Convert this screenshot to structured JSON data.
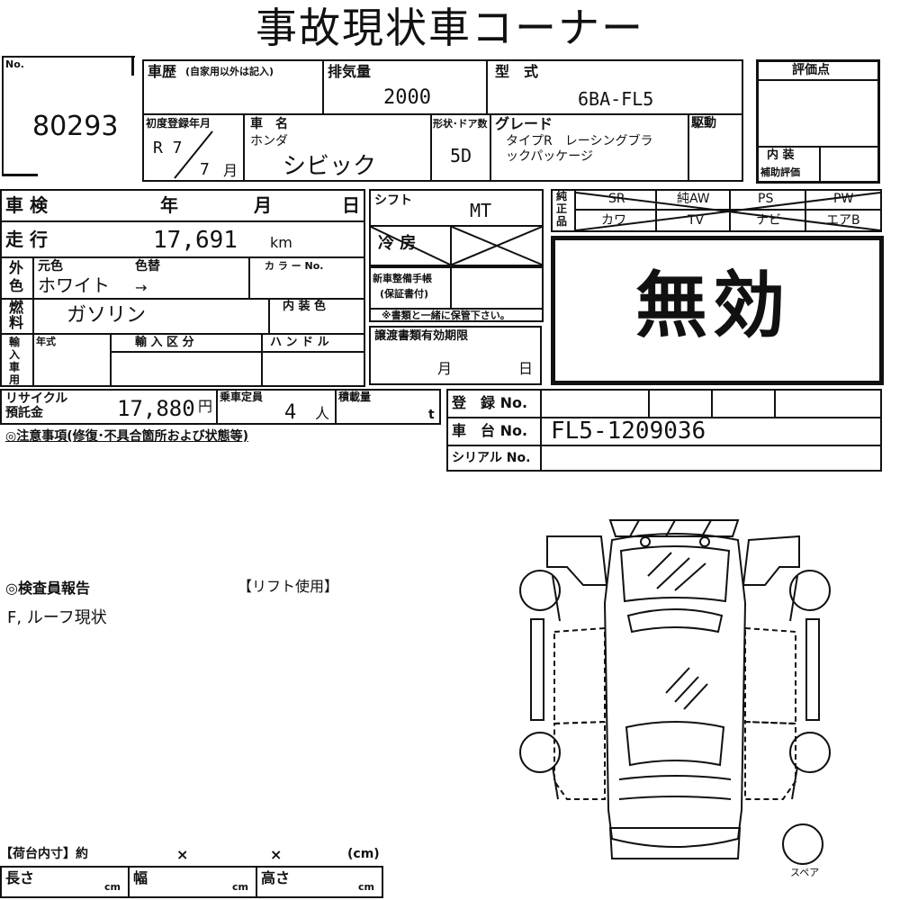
{
  "header": {
    "title": "事故現状車コーナー"
  },
  "lot": {
    "no_label": "No.",
    "number": "80293"
  },
  "history": {
    "label": "車歴",
    "note": "(自家用以外は記入)"
  },
  "displacement": {
    "label": "排気量",
    "value": "2000"
  },
  "model": {
    "label": "型　式",
    "value": "6BA-FL5"
  },
  "evaluation": {
    "label": "評価点",
    "interior_label": "内 装",
    "aux_label": "補助評価"
  },
  "first_reg": {
    "label": "初度登録年月",
    "era_year": "R 7",
    "month": "7",
    "month_unit": "月"
  },
  "car_name": {
    "label": "車　名",
    "maker": "ホンダ",
    "name": "シビック"
  },
  "body": {
    "label": "形状･ドア数",
    "value": "5D"
  },
  "grade": {
    "label": "グレード",
    "line1": "タイプR　レーシングブラ",
    "line2": "ックパッケージ"
  },
  "drive": {
    "label": "駆動"
  },
  "inspection": {
    "label": "車 検",
    "year": "年",
    "month": "月",
    "day": "日"
  },
  "mileage": {
    "label": "走 行",
    "value": "17,691",
    "unit": "km"
  },
  "color": {
    "outer_label_1": "外",
    "outer_label_2": "色",
    "original_label": "元色",
    "changed_label": "色替",
    "original": "ホワイト",
    "arrow": "→",
    "code_label": "カ ラ ー No."
  },
  "fuel": {
    "label_1": "燃",
    "label_2": "料",
    "value": "ガソリン",
    "interior_color_label": "内 装 色"
  },
  "import": {
    "label_1": "輸",
    "label_2": "入",
    "label_3": "車",
    "label_4": "用",
    "year_label": "年式",
    "class_label": "輸 入 区 分",
    "handle_label": "ハ ン ド ル"
  },
  "shift": {
    "label": "シフト",
    "value": "MT"
  },
  "ac": {
    "label": "冷 房"
  },
  "manual": {
    "line1": "新車整備手帳",
    "line2": "(保証書付)",
    "note": "※書類と一緒に保管下さい。"
  },
  "transfer": {
    "label": "譲渡書類有効期限",
    "month": "月",
    "day": "日"
  },
  "equipment": {
    "label_1": "純",
    "label_2": "正",
    "label_3": "品",
    "row1": [
      "SR",
      "純AW",
      "PS",
      "PW"
    ],
    "row2": [
      "カワ",
      "TV",
      "ナビ",
      "エアB"
    ]
  },
  "stamp": {
    "text": "無効"
  },
  "recycle": {
    "line1": "リサイクル",
    "line2": "預託金",
    "value": "17,880",
    "unit": "円"
  },
  "capacity": {
    "label": "乗車定員",
    "value": "4",
    "unit": "人"
  },
  "load": {
    "label": "積載量",
    "unit": "t"
  },
  "registration": {
    "label": "登　録 No."
  },
  "chassis": {
    "label": "車　台 No.",
    "value": "FL5-1209036"
  },
  "serial": {
    "label": "シリアル No."
  },
  "notes": {
    "label": "◎注意事項(修復･不具合箇所および状態等)"
  },
  "inspector": {
    "label": "◎検査員報告",
    "lift": "【リフト使用】",
    "report": "F, ルーフ現状"
  },
  "cargo": {
    "label": "【荷台内寸】約",
    "x1": "×",
    "x2": "×",
    "unit": "(cm)",
    "length_label": "長さ",
    "width_label": "幅",
    "height_label": "高さ",
    "cm": "cm"
  },
  "diagram": {
    "spare_label": "スペア"
  }
}
